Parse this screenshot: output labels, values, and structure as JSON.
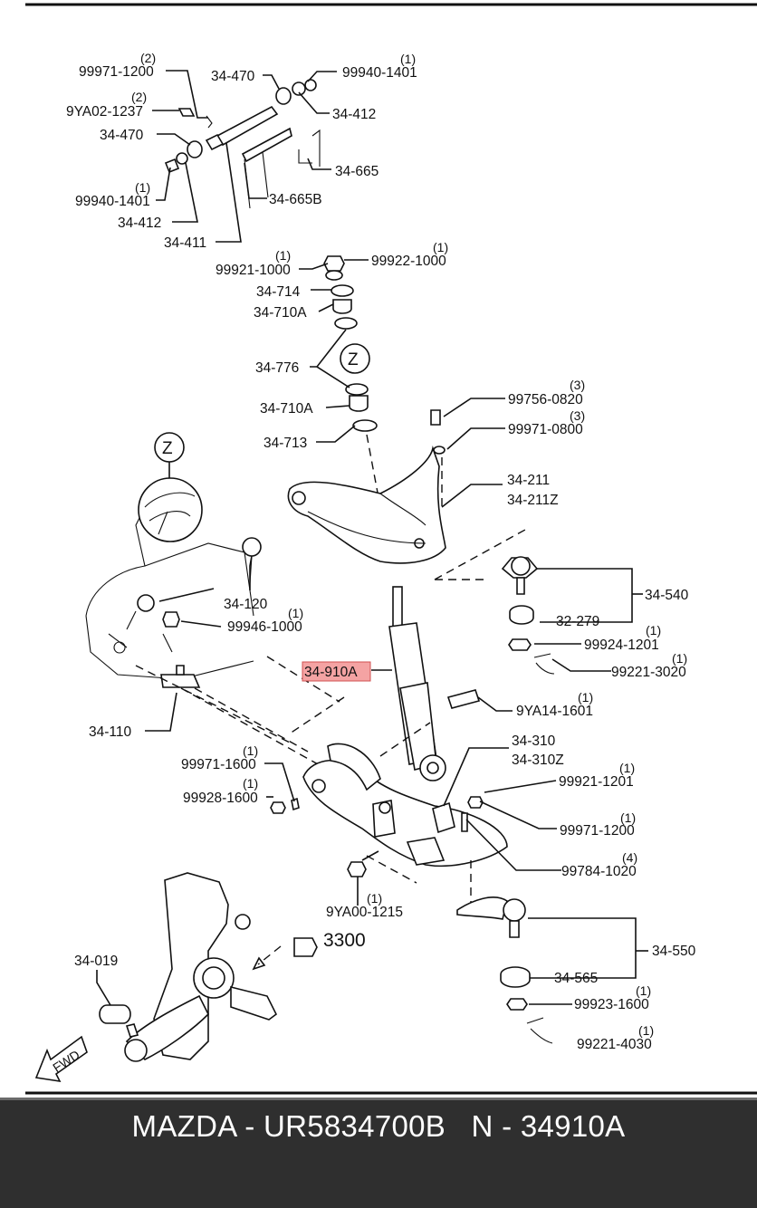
{
  "diagram": {
    "labels": [
      {
        "id": "l1",
        "part": "99971-1200",
        "qty": "(2)"
      },
      {
        "id": "l2",
        "part": "34-470",
        "qty": ""
      },
      {
        "id": "l3",
        "part": "99940-1401",
        "qty": "(1)"
      },
      {
        "id": "l4",
        "part": "9YA02-1237",
        "qty": "(2)"
      },
      {
        "id": "l5",
        "part": "34-412",
        "qty": ""
      },
      {
        "id": "l6",
        "part": "34-470",
        "qty": ""
      },
      {
        "id": "l7",
        "part": "34-665",
        "qty": ""
      },
      {
        "id": "l8",
        "part": "99940-1401",
        "qty": "(1)"
      },
      {
        "id": "l9",
        "part": "34-665B",
        "qty": ""
      },
      {
        "id": "l10",
        "part": "34-412",
        "qty": ""
      },
      {
        "id": "l11",
        "part": "34-411",
        "qty": ""
      },
      {
        "id": "l12",
        "part": "99921-1000",
        "qty": "(1)"
      },
      {
        "id": "l13",
        "part": "99922-1000",
        "qty": "(1)"
      },
      {
        "id": "l14",
        "part": "34-714",
        "qty": ""
      },
      {
        "id": "l15",
        "part": "34-710A",
        "qty": ""
      },
      {
        "id": "l16",
        "part": "34-776",
        "qty": ""
      },
      {
        "id": "l17",
        "part": "34-710A",
        "qty": ""
      },
      {
        "id": "l18",
        "part": "34-713",
        "qty": ""
      },
      {
        "id": "l19",
        "part": "99756-0820",
        "qty": "(3)"
      },
      {
        "id": "l20",
        "part": "99971-0800",
        "qty": "(3)"
      },
      {
        "id": "l21",
        "part": "34-211",
        "qty": ""
      },
      {
        "id": "l22",
        "part": "34-211Z",
        "qty": ""
      },
      {
        "id": "l23",
        "part": "34-540",
        "qty": ""
      },
      {
        "id": "l24",
        "part": "34-120",
        "qty": ""
      },
      {
        "id": "l25",
        "part": "99946-1000",
        "qty": "(1)"
      },
      {
        "id": "l26",
        "part": "32-279",
        "qty": ""
      },
      {
        "id": "l27",
        "part": "99924-1201",
        "qty": "(1)"
      },
      {
        "id": "l28",
        "part": "34-910A",
        "qty": ""
      },
      {
        "id": "l29",
        "part": "99221-3020",
        "qty": "(1)"
      },
      {
        "id": "l30",
        "part": "9YA14-1601",
        "qty": "(1)"
      },
      {
        "id": "l31",
        "part": "34-110",
        "qty": ""
      },
      {
        "id": "l32",
        "part": "34-310",
        "qty": ""
      },
      {
        "id": "l33",
        "part": "34-310Z",
        "qty": ""
      },
      {
        "id": "l34",
        "part": "99971-1600",
        "qty": "(1)"
      },
      {
        "id": "l35",
        "part": "99921-1201",
        "qty": "(1)"
      },
      {
        "id": "l36",
        "part": "99928-1600",
        "qty": "(1)"
      },
      {
        "id": "l37",
        "part": "99971-1200",
        "qty": "(1)"
      },
      {
        "id": "l38",
        "part": "99784-1020",
        "qty": "(4)"
      },
      {
        "id": "l39",
        "part": "9YA00-1215",
        "qty": "(1)"
      },
      {
        "id": "l40",
        "part": "3300",
        "qty": ""
      },
      {
        "id": "l41",
        "part": "34-550",
        "qty": ""
      },
      {
        "id": "l42",
        "part": "34-019",
        "qty": ""
      },
      {
        "id": "l43",
        "part": "34-565",
        "qty": ""
      },
      {
        "id": "l44",
        "part": "99923-1600",
        "qty": "(1)"
      },
      {
        "id": "l45",
        "part": "99221-4030",
        "qty": "(1)"
      }
    ],
    "detail_markers": [
      "Z",
      "Z"
    ],
    "direction_marker": "FWD",
    "highlight_color": "#f4a3a3"
  },
  "footer": {
    "text": "MAZDA - UR5834700B   N - 34910A",
    "background": "#2f2f2f",
    "color": "#ffffff"
  }
}
